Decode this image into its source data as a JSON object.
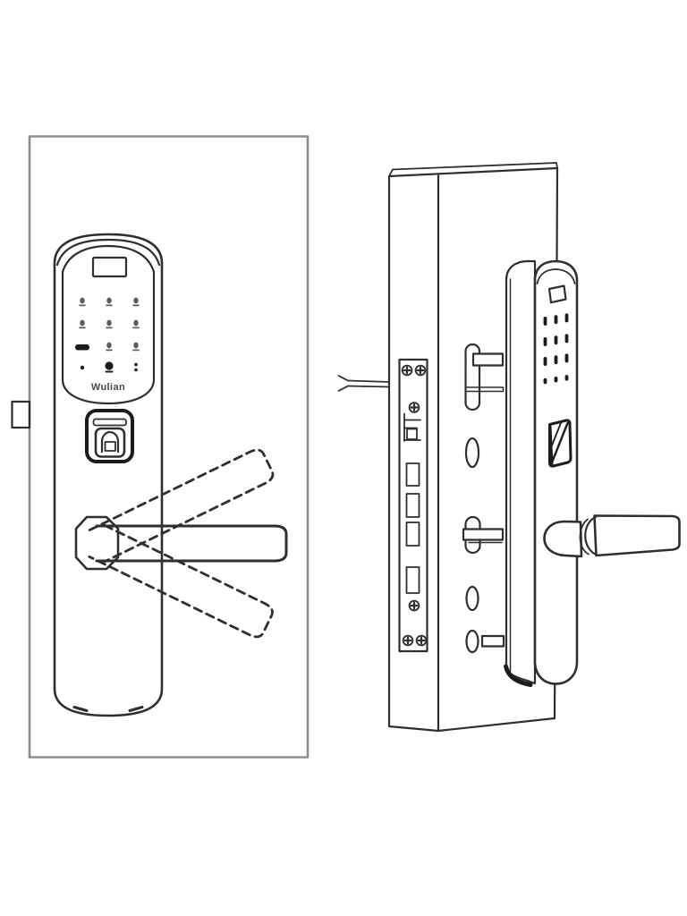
{
  "colors": {
    "line": "#2f2f2f",
    "frame": "#8d8d8d",
    "dark": "#1c1c1c",
    "background": "#ffffff"
  },
  "left_figure": {
    "brand_label": "Wulian",
    "keypad_grid": {
      "rows": 4,
      "cols": 3
    },
    "handle": {
      "solid_count": 1,
      "dashed_count": 2
    }
  },
  "right_figure": {
    "keypad_grid": {
      "rows": 4,
      "cols": 3
    },
    "faceplate": {
      "screw_count": 6,
      "slot_count": 4
    },
    "door_holes": 5
  }
}
